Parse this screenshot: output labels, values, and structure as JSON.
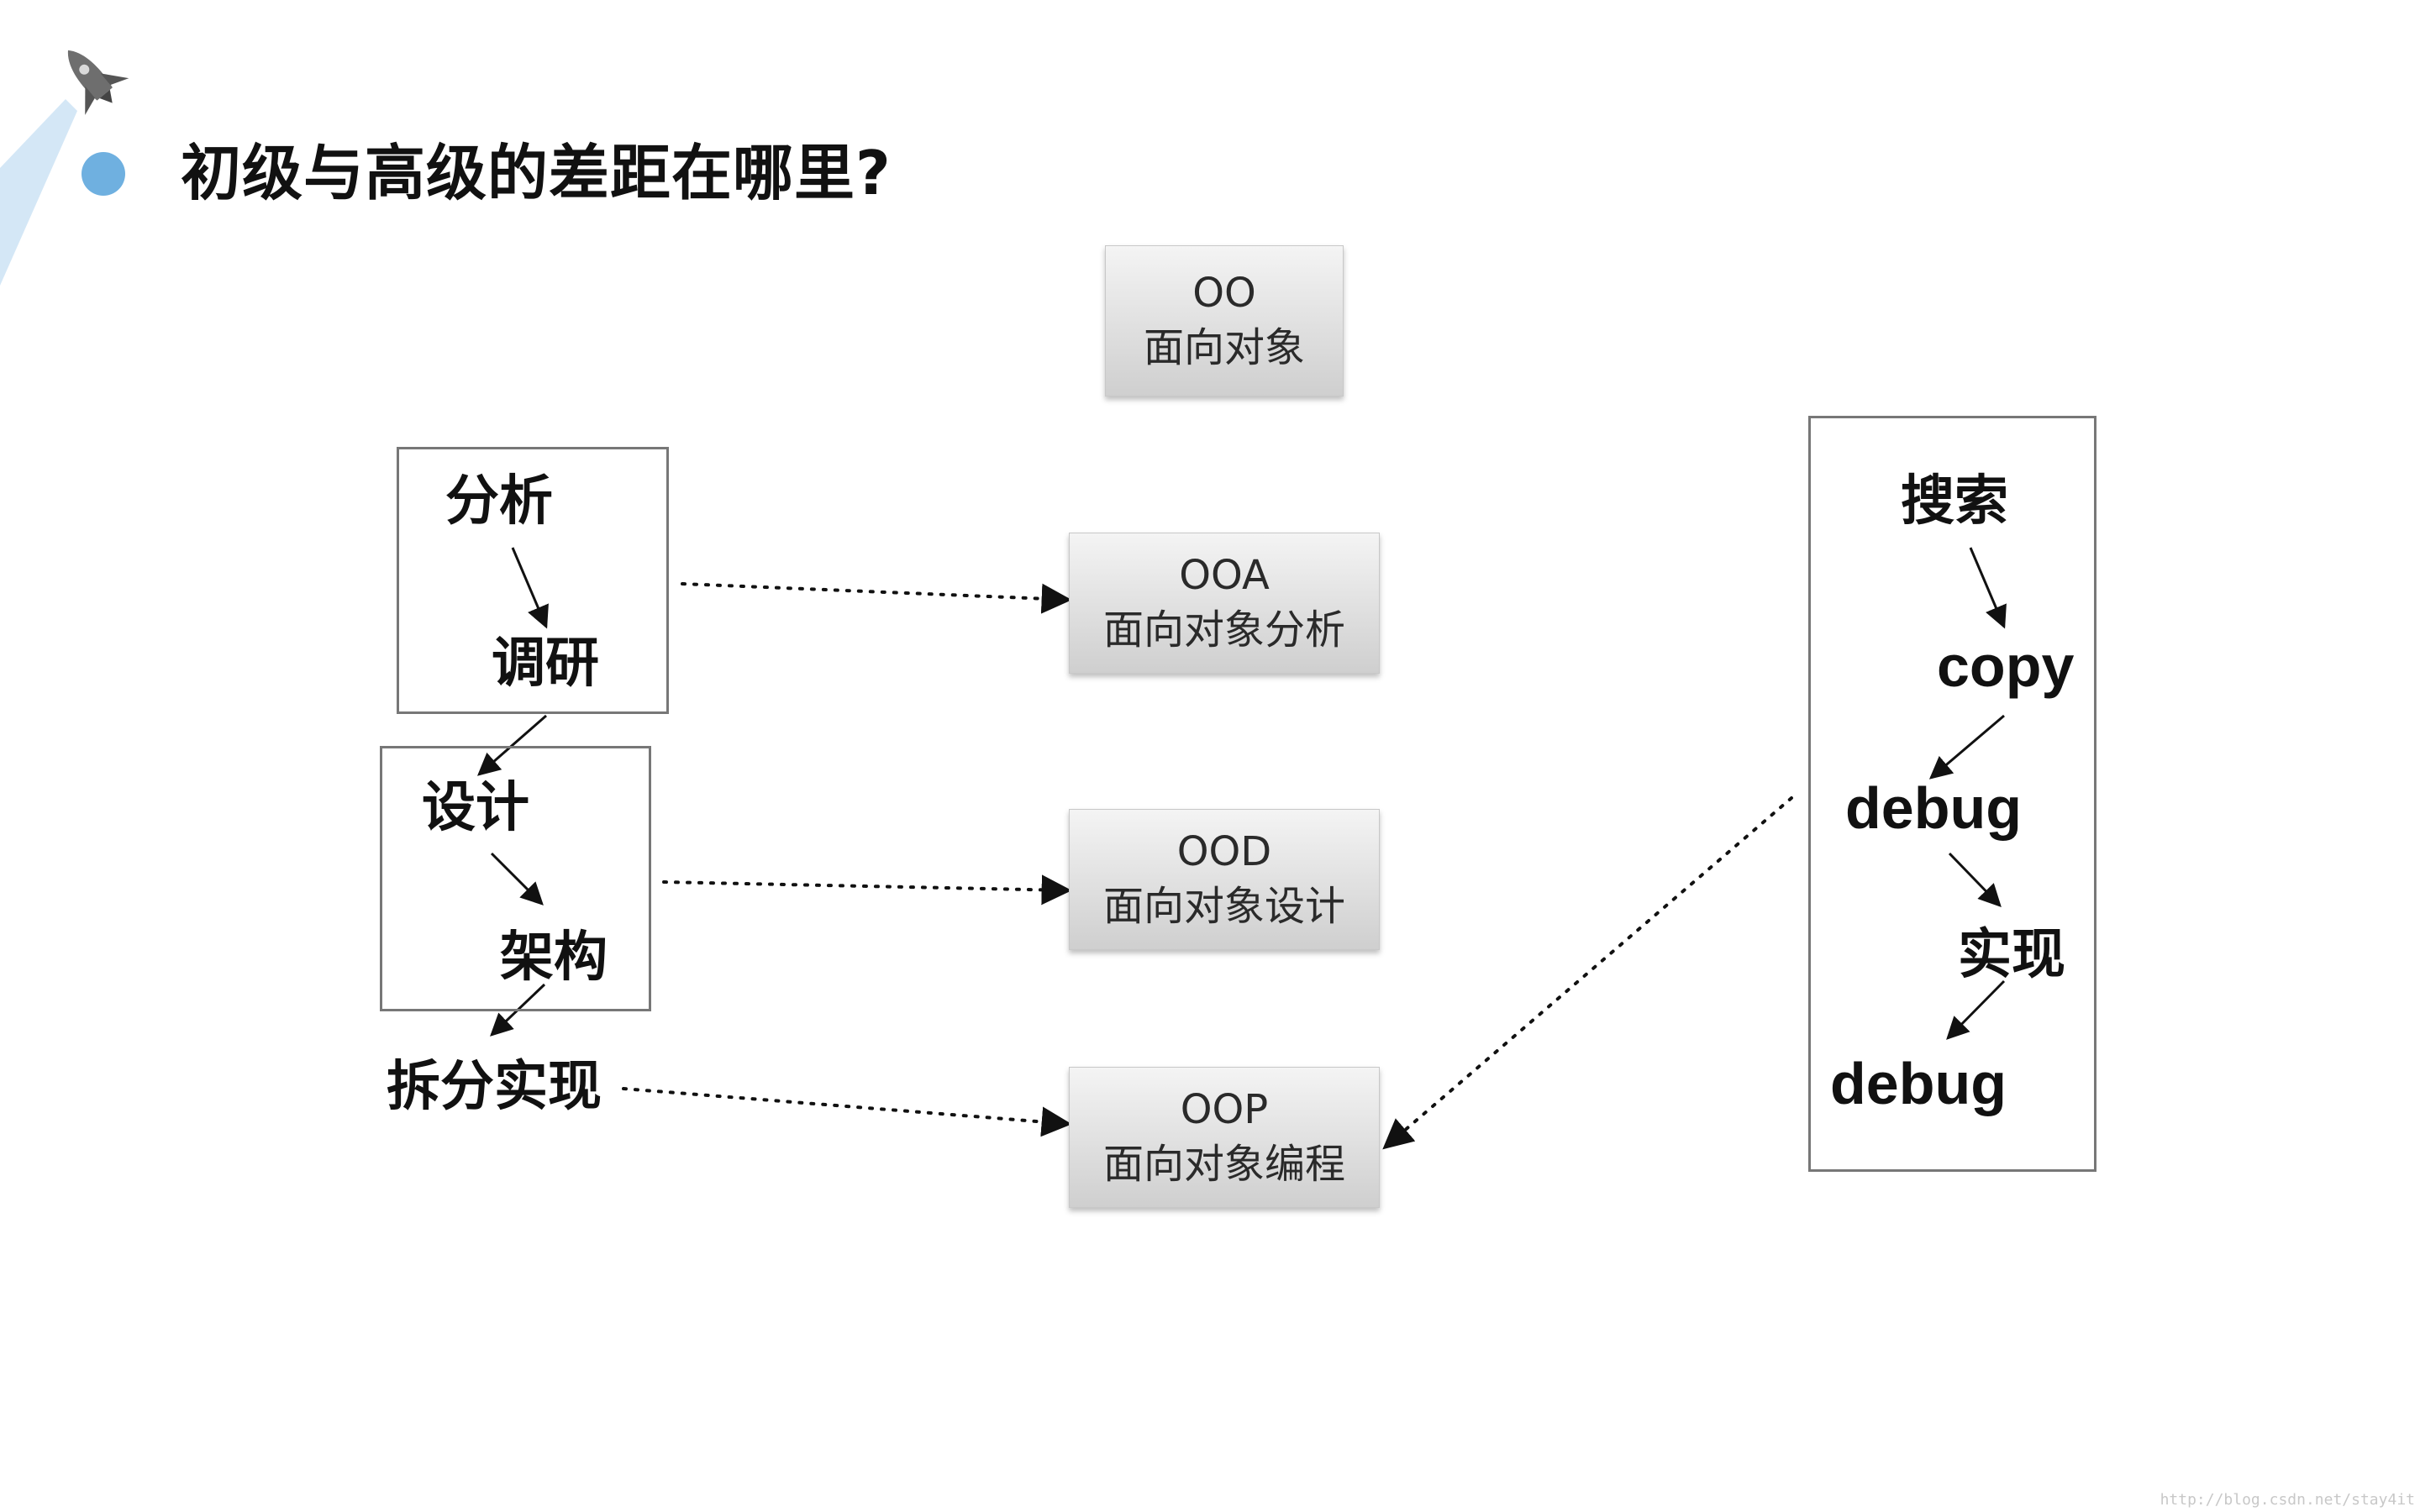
{
  "title": "初级与高级的差距在哪里?",
  "oo_boxes": {
    "oo": {
      "abbr": "OO",
      "name": "面向对象"
    },
    "ooa": {
      "abbr": "OOA",
      "name": "面向对象分析"
    },
    "ood": {
      "abbr": "OOD",
      "name": "面向对象设计"
    },
    "oop": {
      "abbr": "OOP",
      "name": "面向对象编程"
    }
  },
  "left_flow": {
    "analysis": "分析",
    "research": "调研",
    "design": "设计",
    "architecture": "架构",
    "split_implement": "拆分实现"
  },
  "right_flow": {
    "search": "搜索",
    "copy": "copy",
    "debug_1": "debug",
    "implement": "实现",
    "debug_2": "debug"
  },
  "watermark": "http://blog.csdn.net/stay4it",
  "colors": {
    "bullet": "#6fb0e0",
    "beam": "#cfe4f5",
    "box_border": "#777777",
    "arrow": "#111111"
  },
  "icons": {
    "logo": "rocket-icon",
    "bullet": "blue-dot-icon"
  }
}
